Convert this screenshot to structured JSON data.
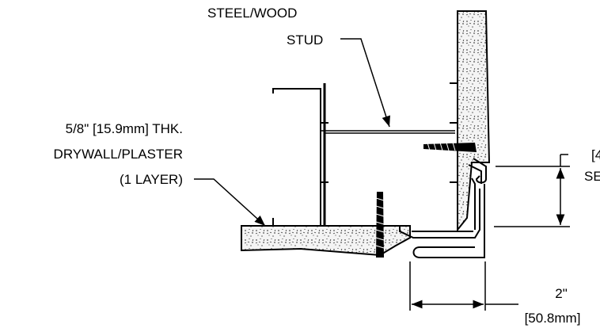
{
  "labels": {
    "stud_line1": "STEEL/WOOD",
    "stud_line2": "STUD",
    "drywall_line1": "5/8\" [15.9mm] THK.",
    "drywall_line2": "DRYWALL/PLASTER",
    "drywall_line3": "(1 LAYER)",
    "dim_horizontal_line1": "2\"",
    "dim_horizontal_line2": "[50.8mm]",
    "dim_vertical_line1": "[4",
    "dim_vertical_line2": "SE"
  },
  "colors": {
    "ink": "#000000",
    "background": "#ffffff",
    "board_fill": "#f2f2f2"
  }
}
